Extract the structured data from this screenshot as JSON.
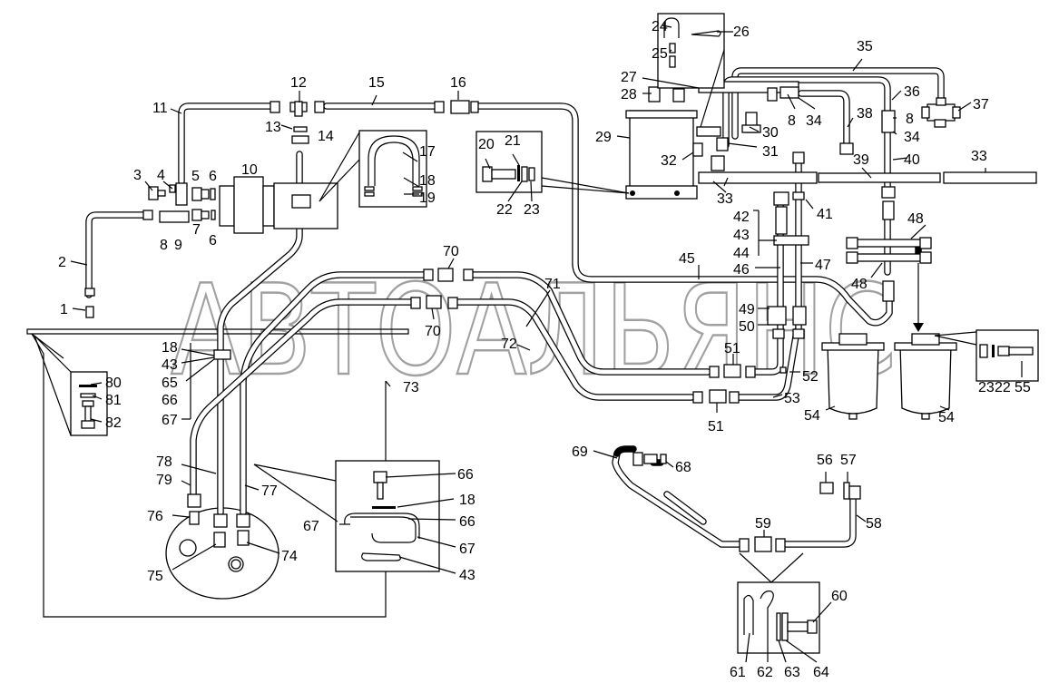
{
  "watermark": "АВТОАЛЬЯНС",
  "labels": {
    "l1": "1",
    "l2": "2",
    "l3": "3",
    "l4": "4",
    "l5": "5",
    "l6": "6",
    "l6b": "6",
    "l7": "7",
    "l8": "8",
    "l9": "9",
    "l8b": "8",
    "l8c": "8",
    "l10": "10",
    "l11": "11",
    "l12": "12",
    "l13": "13",
    "l14": "14",
    "l15": "15",
    "l16": "16",
    "l17": "17",
    "l18": "18",
    "l19": "19",
    "l20": "20",
    "l21": "21",
    "l22": "22",
    "l23": "23",
    "l24": "24",
    "l25": "25",
    "l26": "26",
    "l27": "27",
    "l28": "28",
    "l29": "29",
    "l30": "30",
    "l31": "31",
    "l32": "32",
    "l33": "33",
    "l33b": "33",
    "l34": "34",
    "l34b": "34",
    "l35": "35",
    "l36": "36",
    "l37": "37",
    "l38": "38",
    "l39": "39",
    "l40": "40",
    "l41": "41",
    "l42": "42",
    "l43": "43",
    "l44": "44",
    "l45": "45",
    "l46": "46",
    "l47": "47",
    "l48": "48",
    "l48b": "48",
    "l49": "49",
    "l50": "50",
    "l51": "51",
    "l51b": "51",
    "l52": "52",
    "l53": "53",
    "l54": "54",
    "l54b": "54",
    "l55": "55",
    "l56": "56",
    "l57": "57",
    "l58": "58",
    "l59": "59",
    "l60": "60",
    "l61": "61",
    "l62": "62",
    "l63": "63",
    "l64": "64",
    "l65": "65",
    "l66": "66",
    "l67": "67",
    "l68": "68",
    "l69": "69",
    "l70": "70",
    "l70b": "70",
    "l71": "71",
    "l72": "72",
    "l73": "73",
    "l74": "74",
    "l75": "75",
    "l76": "76",
    "l77": "77",
    "l78": "78",
    "l79": "79",
    "l80": "80",
    "l81": "81",
    "l82": "82",
    "l18b": "18",
    "l43b": "43",
    "l43c": "43",
    "l66b": "66",
    "l66c": "66",
    "l67b": "67",
    "l67c": "67",
    "l18c": "18",
    "l22b": "22",
    "l23b": "23"
  }
}
